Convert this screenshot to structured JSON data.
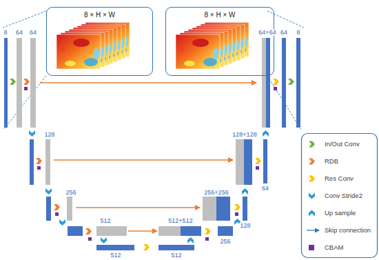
{
  "diagram": {
    "nodes": [
      {
        "text": [
          "8 × H × W"
        ]
      },
      {
        "text": [
          "8 × H × W"
        ]
      }
    ],
    "labels": [
      "8",
      "64",
      "64",
      "64+64",
      "64",
      "8",
      "128",
      "128+128",
      "64",
      "256",
      "256+256",
      "512",
      "512+512",
      "128",
      "256",
      "512",
      "512"
    ],
    "legend": [
      {
        "text": "In/Out Conv"
      },
      {
        "text": "RDB"
      },
      {
        "text": "Res Conv"
      },
      {
        "text": "Conv Stride2"
      },
      {
        "text": "Up sample"
      },
      {
        "text": "Skip connection"
      },
      {
        "text": "CBAM",
        "color": "#7030a0"
      }
    ]
  }
}
